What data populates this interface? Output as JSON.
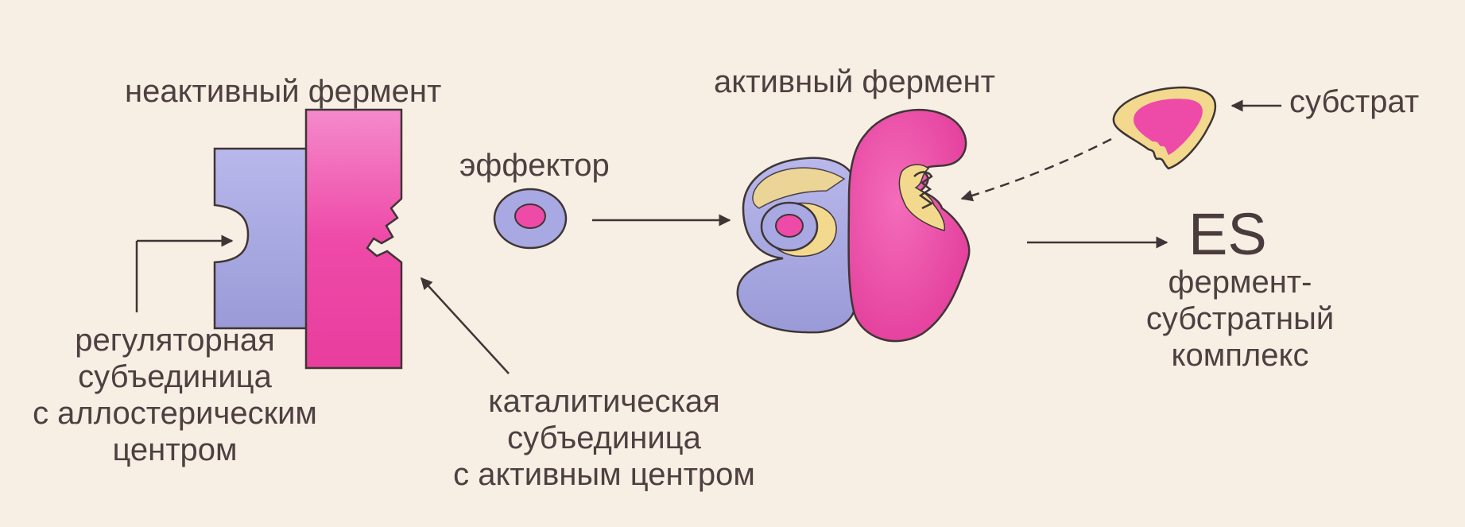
{
  "labels": {
    "inactive_enzyme": "неактивный фермент",
    "effector": "эффектор",
    "active_enzyme": "активный фермент",
    "substrate": "субстрат",
    "es": "ES",
    "es_caption": [
      "фермент-",
      "субстратный",
      "комплекс"
    ],
    "regulatory": [
      "регуляторная",
      "субъединица",
      "с аллостерическим",
      "центром"
    ],
    "catalytic": [
      "каталитическая",
      "субъединица",
      "с активным центром"
    ]
  },
  "colors": {
    "background": "#f7eee4",
    "regulatory_subunit": "#a8a8e2",
    "catalytic_subunit": "#ee4aa8",
    "active_site_rim": "#f2d98e",
    "arrow": "#3f3535"
  }
}
